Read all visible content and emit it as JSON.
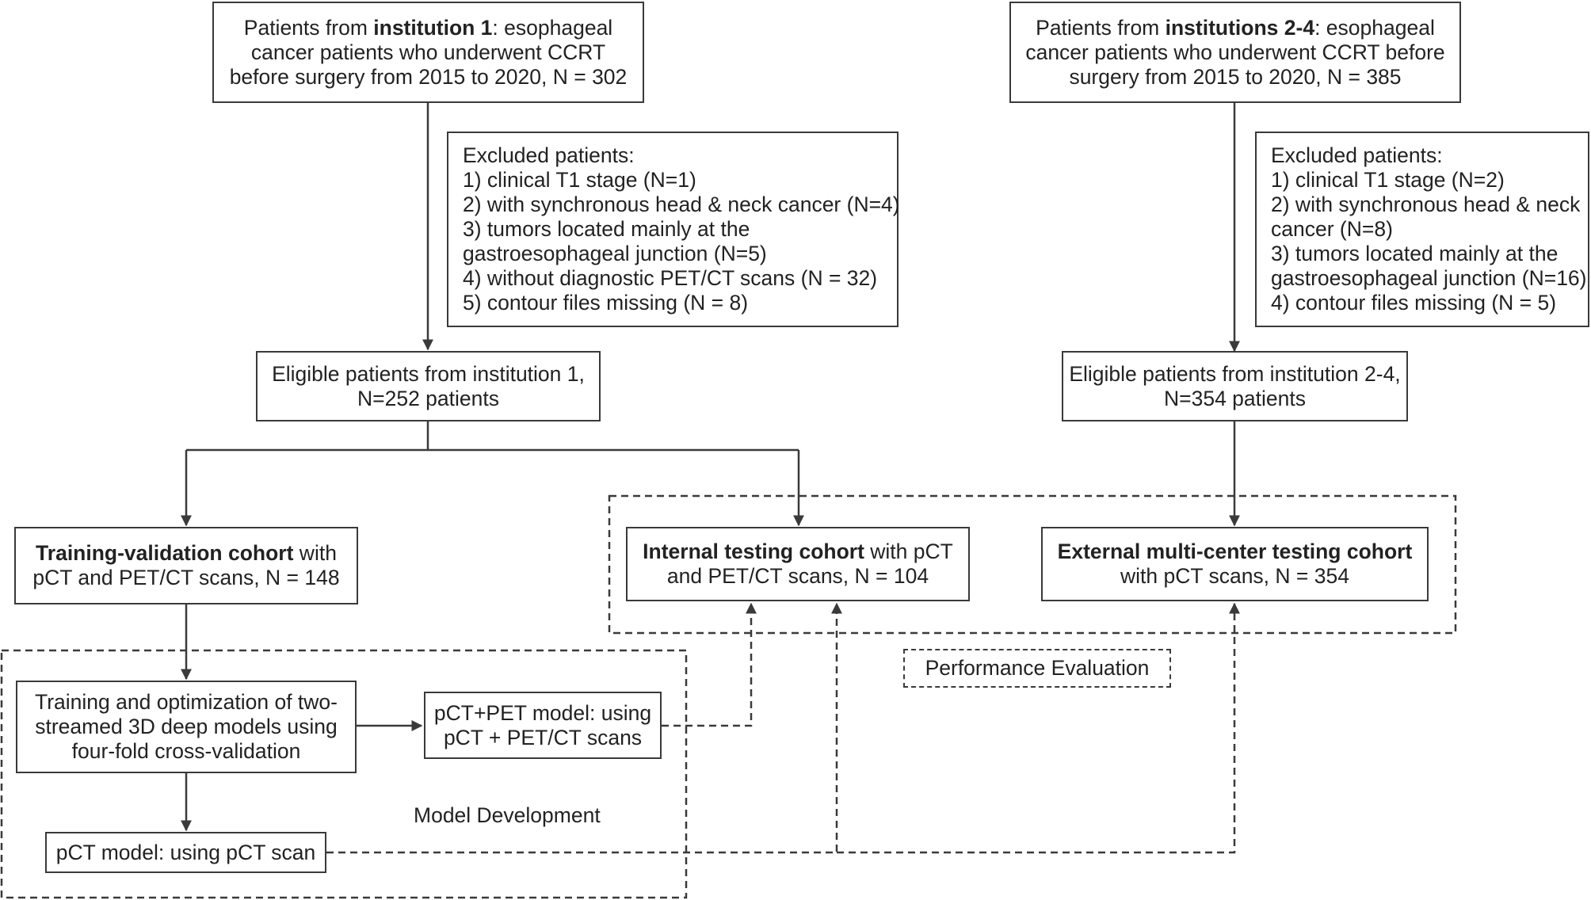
{
  "boxes": {
    "inst1_source": {
      "line1_pre": "Patients from ",
      "line1_bold": "institution 1",
      "line1_post": ": esophageal",
      "line2": "cancer patients who underwent CCRT",
      "line3": "before surgery from 2015 to 2020, N = 302"
    },
    "inst24_source": {
      "line1_pre": "Patients from ",
      "line1_bold": "institutions 2-4",
      "line1_post": ": esophageal",
      "line2": "cancer patients who underwent CCRT before",
      "line3": "surgery from 2015 to 2020, N = 385"
    },
    "excluded1": {
      "lines": [
        "Excluded patients:",
        "1) clinical T1 stage (N=1)",
        "2) with synchronous head & neck cancer (N=4)",
        "3) tumors located mainly at the",
        "gastroesophageal junction (N=5)",
        "4) without diagnostic PET/CT scans (N = 32)",
        "5) contour files missing (N = 8)"
      ]
    },
    "excluded2": {
      "lines": [
        "Excluded patients:",
        "1) clinical T1 stage (N=2)",
        "2) with synchronous head & neck",
        "cancer (N=8)",
        "3) tumors located mainly at the",
        "gastroesophageal junction (N=16)",
        "4) contour files missing (N = 5)"
      ]
    },
    "eligible1": {
      "line1": "Eligible patients from institution 1,",
      "line2": "N=252 patients"
    },
    "eligible2": {
      "line1": "Eligible patients from institution 2-4,",
      "line2": "N=354 patients"
    },
    "training_cohort": {
      "bold": "Training-validation cohort",
      "line1_post": " with",
      "line2": "pCT and PET/CT scans, N = 148"
    },
    "internal_cohort": {
      "bold": "Internal testing cohort",
      "line1_post": " with pCT",
      "line2": "and PET/CT scans, N = 104"
    },
    "external_cohort": {
      "bold": "External multi-center testing cohort",
      "line2": "with pCT scans, N = 354"
    },
    "training_optimization": {
      "line1": "Training and optimization of two-",
      "line2": "streamed 3D deep models using",
      "line3": "four-fold cross-validation"
    },
    "pct_pet_model": {
      "line1": "pCT+PET model: using",
      "line2": "pCT + PET/CT scans"
    },
    "pct_model": {
      "line1": "pCT model: using pCT scan"
    }
  },
  "labels": {
    "performance_evaluation": "Performance Evaluation",
    "model_development": "Model Development"
  }
}
